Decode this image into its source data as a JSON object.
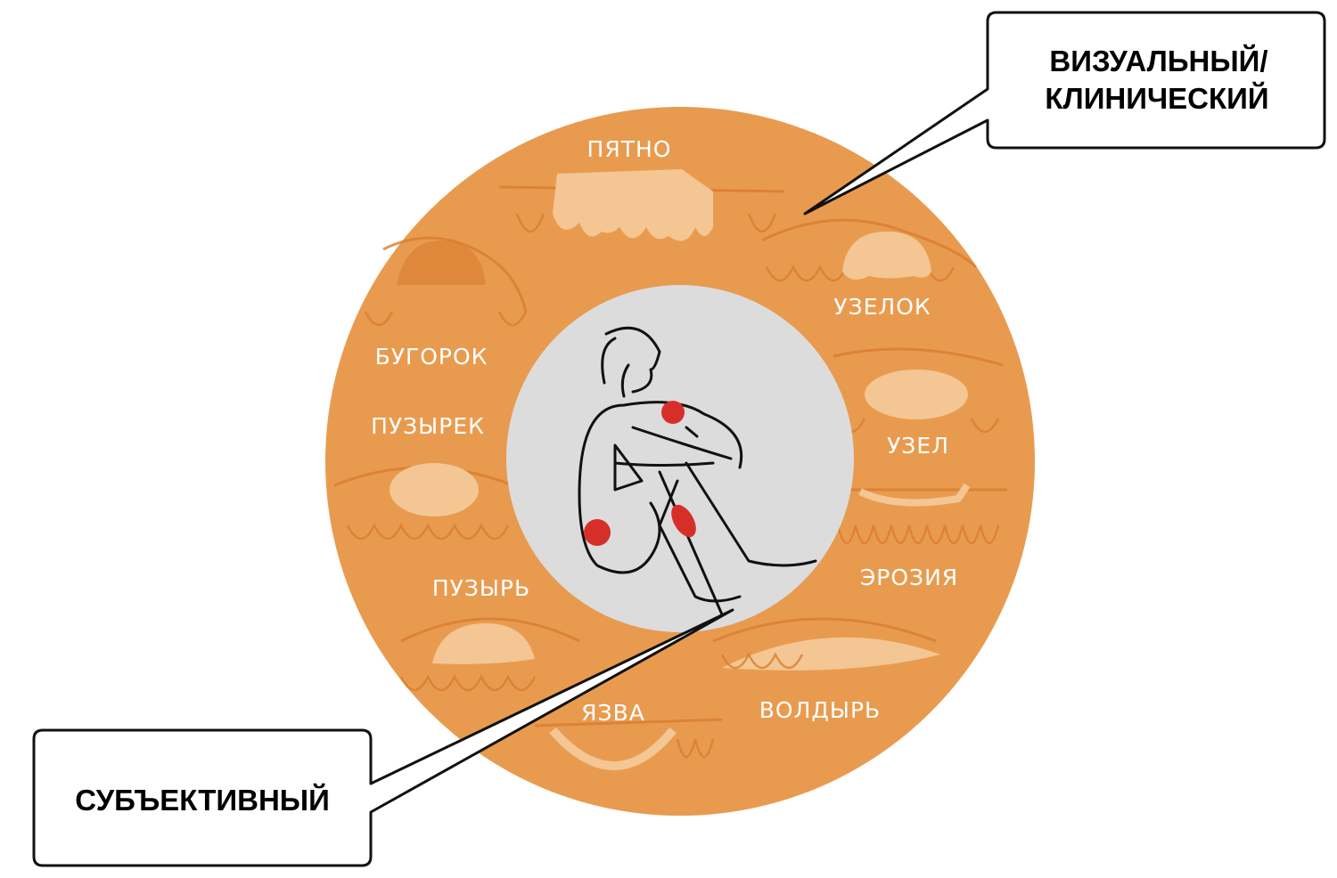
{
  "colors": {
    "ring": "#e89b4f",
    "center": "#dcdcdc",
    "lesion": "#f3c694",
    "spot": "#d62f2a"
  },
  "callouts": {
    "visual": [
      "ВИЗУАЛЬНЫЙ/",
      "КЛИНИЧЕСКИЙ"
    ],
    "subjective": "СУБЪЕКТИВНЫЙ"
  },
  "ring_labels": {
    "patch": "ПЯТНО",
    "papule": "УЗЕЛОК",
    "node": "УЗЕЛ",
    "erosion": "ЭРОЗИЯ",
    "wheal": "ВОЛДЫРЬ",
    "ulcer": "ЯЗВА",
    "bulla": "ПУЗЫРЬ",
    "vesicle": "ПУЗЫРЕК",
    "tubercle": "БУГОРОК"
  }
}
